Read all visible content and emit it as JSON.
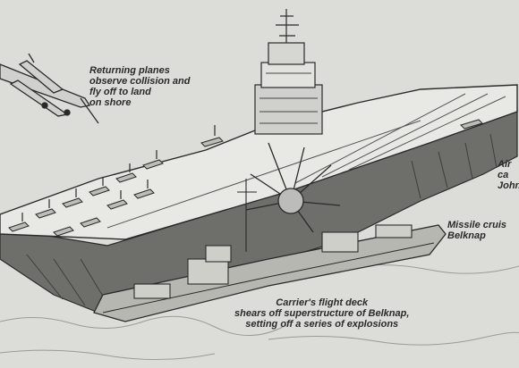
{
  "labels": {
    "returning_planes": [
      "Returning planes",
      "observe collision and",
      "fly off to land",
      "on shore"
    ],
    "carrier": [
      "Air",
      "ca",
      "John F."
    ],
    "cruiser": [
      "Missile cruis",
      "Belknap"
    ],
    "flight_deck": [
      "Carrier's flight deck",
      "shears off superstructure of Belknap,",
      "setting off a series of explosions"
    ]
  },
  "colors": {
    "paper": "#dcdcd8",
    "ink": "#2a2a2a",
    "hull_shade": "#6e6e6a",
    "deck": "#e8e8e4"
  }
}
